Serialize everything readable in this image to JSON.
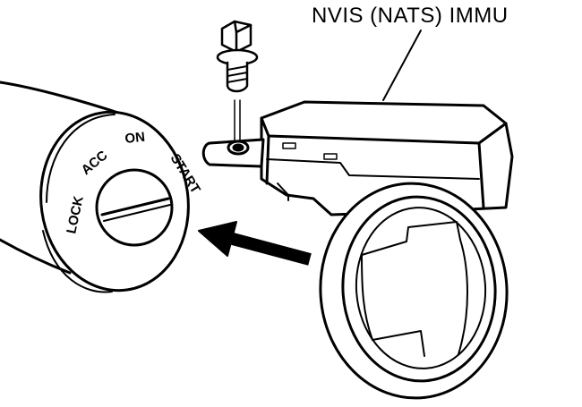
{
  "callout": {
    "label": "NVIS (NATS) IMMU"
  },
  "cylinder": {
    "positions": [
      "LOCK",
      "ACC",
      "ON",
      "START"
    ]
  },
  "colors": {
    "ink": "#000000",
    "paper": "#ffffff"
  }
}
